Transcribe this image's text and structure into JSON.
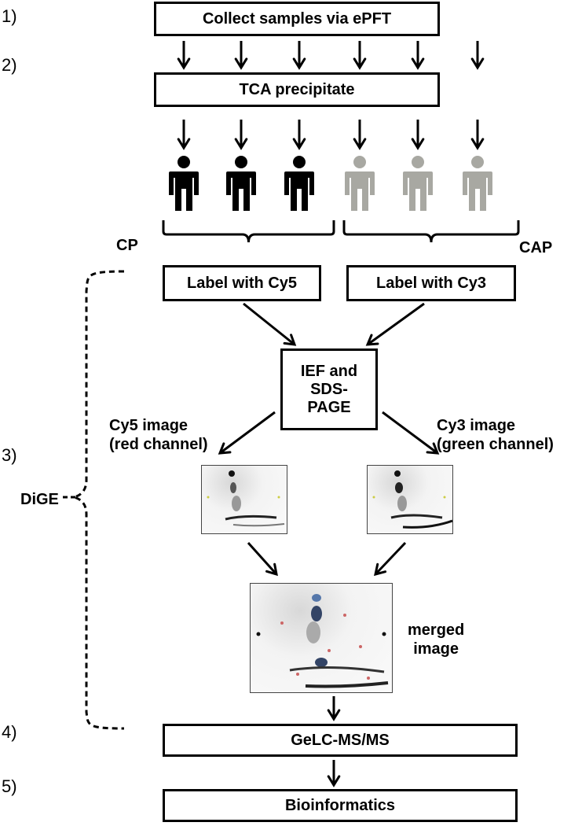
{
  "steps": {
    "s1": "1)",
    "s2": "2)",
    "s3": "3)",
    "s4": "4)",
    "s5": "5)"
  },
  "boxes": {
    "collect": "Collect samples via ePFT",
    "tca": "TCA precipitate",
    "cy5": "Label with Cy5",
    "cy3": "Label with Cy3",
    "ief_line1": "IEF and",
    "ief_line2": "SDS-",
    "ief_line3": "PAGE",
    "gelc": "GeLC-MS/MS",
    "bioinf": "Bioinformatics"
  },
  "labels": {
    "cp": "CP",
    "cap": "CAP",
    "dige": "DiGE",
    "cy5_img_1": "Cy5 image",
    "cy5_img_2": "(red channel)",
    "cy3_img_1": "Cy3 image",
    "cy3_img_2": "(green channel)",
    "merged_1": "merged",
    "merged_2": "image"
  },
  "colors": {
    "group_cp": "#000000",
    "group_cap": "#a8a8a2",
    "line": "#000000"
  },
  "icons": {
    "person": "person-icon",
    "arrow": "arrow-down-icon"
  }
}
